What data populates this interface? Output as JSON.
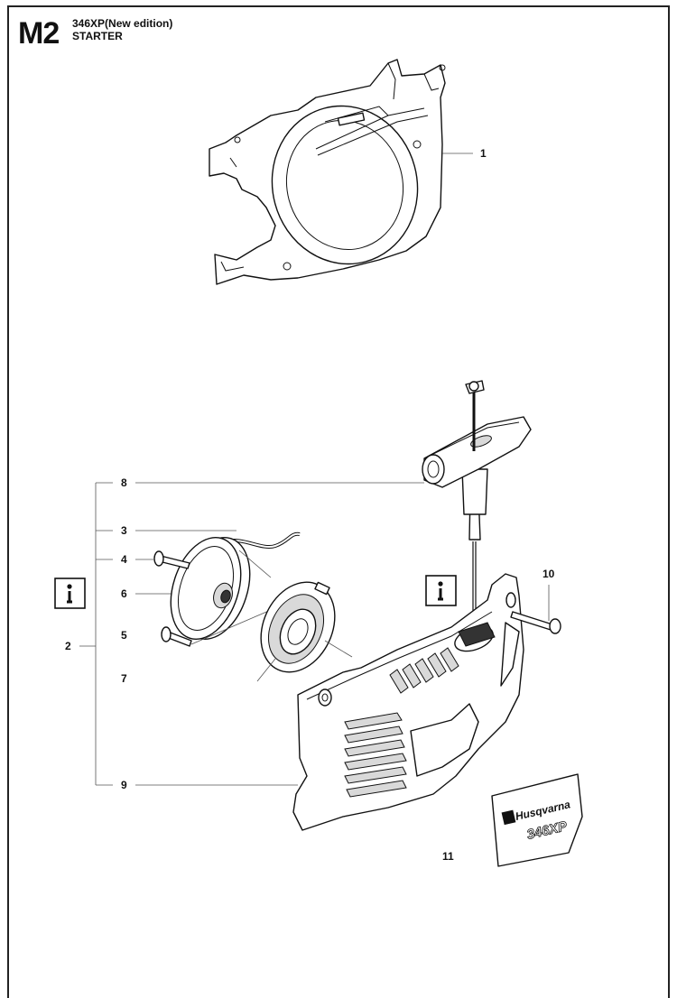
{
  "header": {
    "section_code": "M2",
    "model": "346XP(New edition)",
    "group": "STARTER"
  },
  "callouts": {
    "c1": "1",
    "c2": "2",
    "c3": "3",
    "c4": "4",
    "c5": "5",
    "c6": "6",
    "c7": "7",
    "c8": "8",
    "c9": "9",
    "c10": "10",
    "c11": "11"
  },
  "decal": {
    "brand": "Husqvarna",
    "model": "346XP"
  },
  "icons": {
    "info": "info-icon"
  }
}
